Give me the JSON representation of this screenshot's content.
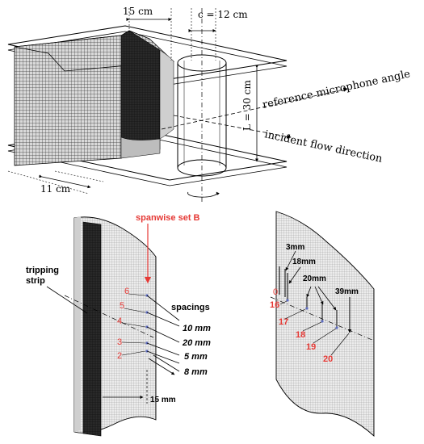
{
  "top": {
    "dim_chord_offset": "15 cm",
    "dim_chord": "c = 12 cm",
    "dim_span": "L = 30 cm",
    "dim_inlet": "11 cm",
    "label_microphone": "reference microphone angle",
    "label_flow": "incident flow direction"
  },
  "left_airfoil": {
    "set_label": "spanwise set B",
    "tripping": [
      "tripping",
      "strip"
    ],
    "spacings_title": "spacings",
    "sensors": [
      "6",
      "5",
      "4",
      "3",
      "2"
    ],
    "spacings": [
      "10 mm",
      "20 mm",
      "5 mm",
      "8 mm"
    ],
    "trip_distance": "15 mm"
  },
  "right_airfoil": {
    "dims": [
      "3mm",
      "18mm",
      "20mm",
      "39mm"
    ],
    "sensors": [
      "0",
      "16",
      "17",
      "18",
      "19",
      "20"
    ]
  },
  "colors": {
    "sensor_red": "#e53935",
    "mesh_dark": "#2b2b2b",
    "mesh_mid": "#7a7a7a"
  }
}
